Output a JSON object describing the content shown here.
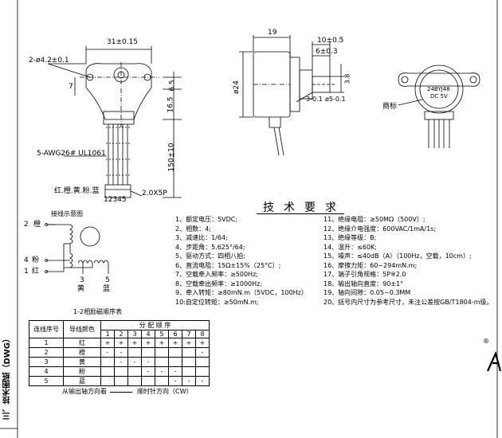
{
  "side_title": "三、技术图纸（DWG）",
  "front_view": {
    "width_dim": "31±0.15",
    "hole_dim": "2-ø4.2±0.1",
    "dim_7": "7",
    "dim_6_5": "6.5",
    "dim_16_5": "16.5",
    "dim_150": "150±10",
    "wire_spec": "5-AWG26# UL1061",
    "wire_colors": "红.橙.黄.粉.蓝",
    "pin_numbers": "12345",
    "connector": "2.0X5P"
  },
  "side_view": {
    "dim_19": "19",
    "dim_10": "10±0.5",
    "dim_6": "6±0.3",
    "dim_3": "3-0.1",
    "dim_shaft": "ø5-0.1",
    "dim_3_8": "3.8",
    "dim_24": "ø24"
  },
  "label_view": {
    "brand_label": "商标",
    "label_line1": "24BYJ48",
    "label_line2": "DC 5V"
  },
  "wiring": {
    "title": "接线示意图",
    "leads": [
      {
        "num": "2",
        "color": "橙"
      },
      {
        "num": "4",
        "color": "粉"
      },
      {
        "num": "1",
        "color": "红"
      }
    ],
    "bottom_leads": [
      {
        "num": "3",
        "color": "黄"
      },
      {
        "num": "5",
        "color": "蓝"
      }
    ]
  },
  "requirements": {
    "title": "技术要求",
    "left": [
      "1、额定电压：5VDC;",
      "2、相数：4;",
      "3、减速比：1/64;",
      "4、步距角：5.625°/64;",
      "5、驱动方式：四相八拍;",
      "6、直流电阻：15Ω±15%（25°C）;",
      "7、空载牵入频率：≥500Hz;",
      "8、空载牵出频率：≥1000Hz;",
      "9、牵入转矩：≥80mN.m（5VDC，100Hz）",
      "10:自定位转矩：≥50mN.m;"
    ],
    "right": [
      "11、绝缘电阻：≥50MΩ（500V）;",
      "12、绝缘介电强度：600VAC/1mA/1s;",
      "13、绝缘等级：B;",
      "14、温升：≤60K;",
      "15、噪声：≤40dB（A）（100Hz，空载，10cm）;",
      "16、摩擦力矩：60~294mN.m;",
      "17、端子引角规格：5P※2.0",
      "18、输出轴向直度：90±1°",
      "19、轴向间隙：0.05~0.3MM",
      "20、括号内尺寸为参考尺寸，未注公差按GB/T1804-m级。"
    ]
  },
  "sequence_table": {
    "caption": "1-2相励磁顺序表",
    "col_no": "连线序号",
    "col_color": "导线颜色",
    "group_header": "分 配 顺 序",
    "steps": [
      "1",
      "2",
      "3",
      "4",
      "5",
      "6",
      "7",
      "8"
    ],
    "rows": [
      {
        "no": "1",
        "color": "红",
        "cells": [
          "+",
          "+",
          "+",
          "+",
          "+",
          "+",
          "+",
          "+"
        ]
      },
      {
        "no": "2",
        "color": "橙",
        "cells": [
          "-",
          "-",
          "",
          "",
          "",
          "",
          "",
          "-"
        ]
      },
      {
        "no": "3",
        "color": "黄",
        "cells": [
          "",
          "-",
          "-",
          "-",
          "",
          "",
          "",
          ""
        ]
      },
      {
        "no": "4",
        "color": "粉",
        "cells": [
          "",
          "",
          "",
          "-",
          "-",
          "-",
          "",
          ""
        ]
      },
      {
        "no": "5",
        "color": "蓝",
        "cells": [
          "",
          "",
          "",
          "",
          "",
          "-",
          "-",
          "-"
        ]
      }
    ],
    "footer_left": "从输出轴方向看",
    "footer_right": "顺时针方向（CW）"
  },
  "logo_mark": "®"
}
